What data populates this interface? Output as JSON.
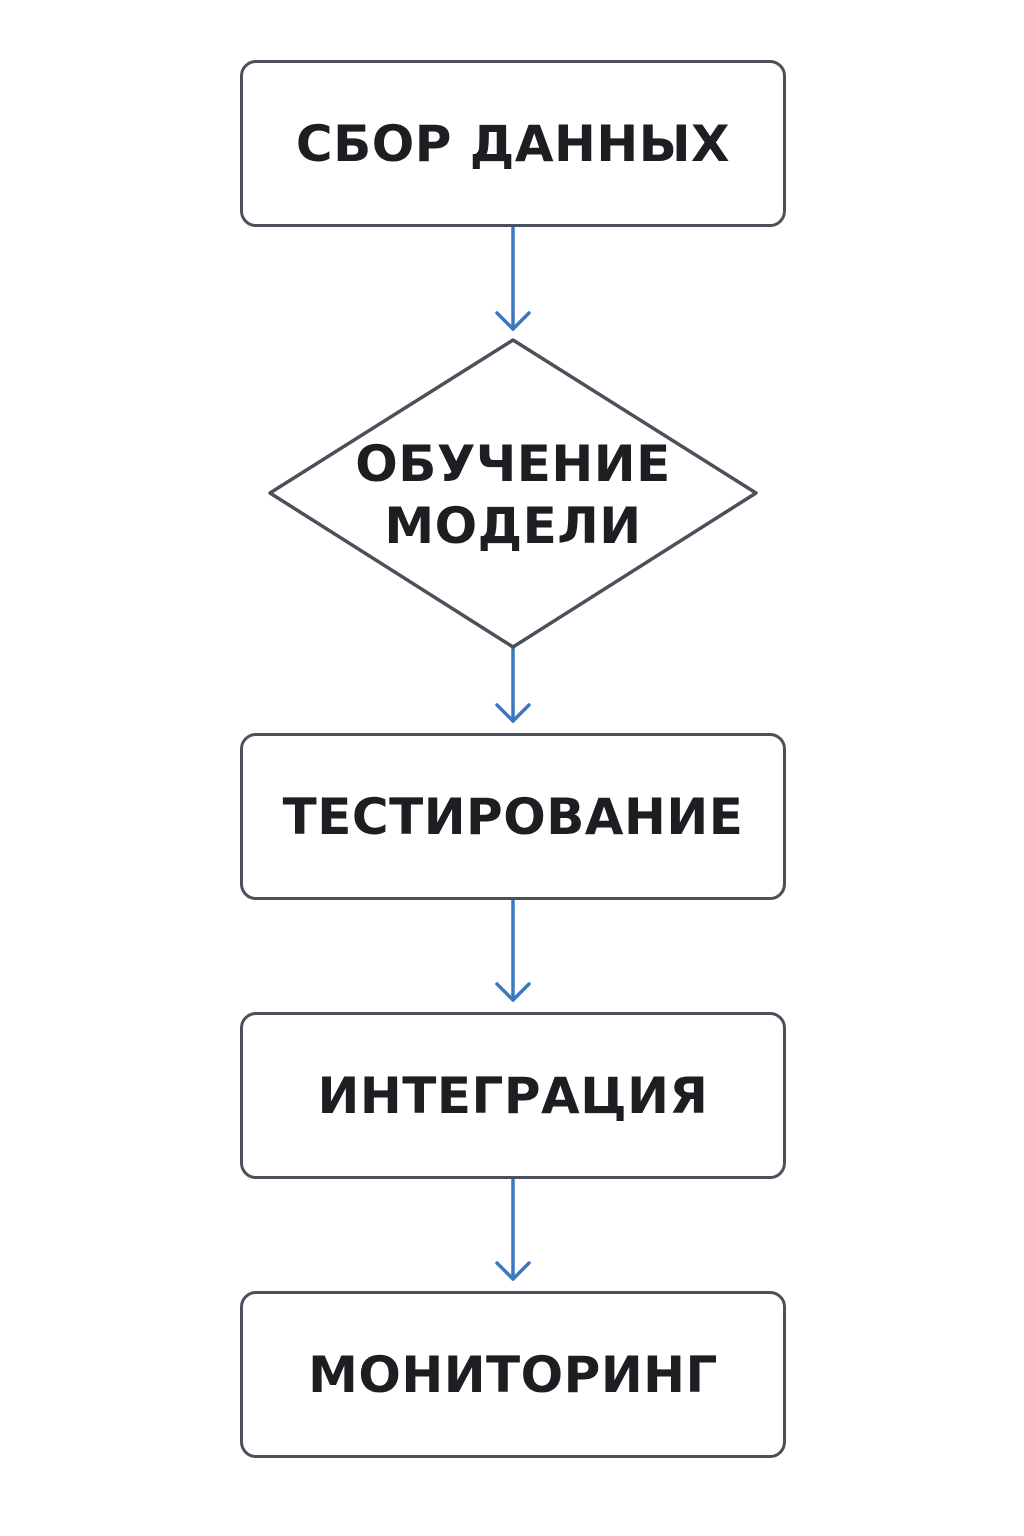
{
  "diagram": {
    "type": "flowchart",
    "nodes": [
      {
        "id": "n1",
        "shape": "rectangle",
        "label": "СБОР ДАННЫХ"
      },
      {
        "id": "n2",
        "shape": "diamond",
        "label_line1": "ОБУЧЕНИЕ",
        "label_line2": "МОДЕЛИ"
      },
      {
        "id": "n3",
        "shape": "rectangle",
        "label": "ТЕСТИРОВАНИЕ"
      },
      {
        "id": "n4",
        "shape": "rectangle",
        "label": "ИНТЕГРАЦИЯ"
      },
      {
        "id": "n5",
        "shape": "rectangle",
        "label": "МОНИТОРИНГ"
      }
    ],
    "edges": [
      {
        "from": "n1",
        "to": "n2"
      },
      {
        "from": "n2",
        "to": "n3"
      },
      {
        "from": "n3",
        "to": "n4"
      },
      {
        "from": "n4",
        "to": "n5"
      }
    ],
    "colors": {
      "node_border": "#4a515a",
      "arrow": "#3d78bf",
      "text": "#1c1e21",
      "background": "#ffffff"
    }
  }
}
